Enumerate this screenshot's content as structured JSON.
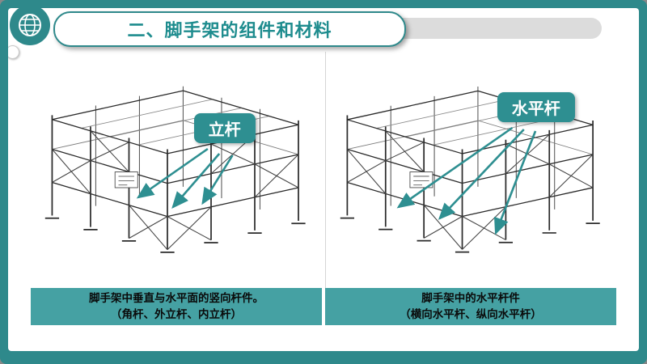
{
  "slide": {
    "title": "二、脚手架的组件和材料",
    "panels": [
      {
        "label": "立杆",
        "caption_line1": "脚手架中垂直与水平面的竖向杆件。",
        "caption_line2": "（角杆、外立杆、内立杆）"
      },
      {
        "label": "水平杆",
        "caption_line1": "脚手架中的水平杆件",
        "caption_line2": "（横向水平杆、纵向水平杆）"
      }
    ],
    "icons": {
      "top_left": "globe-icon"
    },
    "colors": {
      "frame": "#2e898b",
      "title_text": "#1e8c8e",
      "title_strip": "#dcdcdc",
      "callout_bg": "#2e8f91",
      "caption_bg": "#45a1a3",
      "arrow": "#2e8f91"
    }
  }
}
